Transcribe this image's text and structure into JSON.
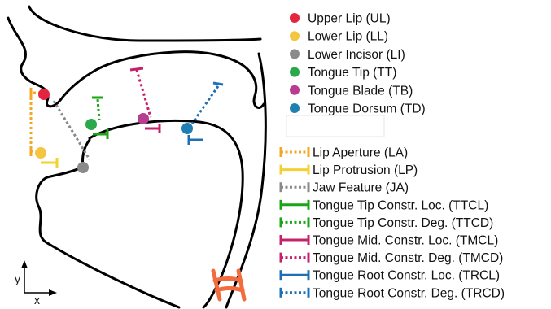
{
  "markers_legend": [
    {
      "label": "Upper Lip (UL)",
      "color": "#e4253f"
    },
    {
      "label": "Lower Lip (LL)",
      "color": "#f5c542"
    },
    {
      "label": "Lower Incisor (LI)",
      "color": "#8a8a8a"
    },
    {
      "label": "Tongue Tip (TT)",
      "color": "#2aa84a"
    },
    {
      "label": "Tongue Blade (TB)",
      "color": "#b63d8f"
    },
    {
      "label": "Tongue Dorsum (TD)",
      "color": "#1f7fb0"
    }
  ],
  "variables_legend": [
    {
      "label": "Lip Aperture (LA)",
      "color": "#f5a623",
      "style": "dotted"
    },
    {
      "label": "Lip Protrusion (LP)",
      "color": "#f5d033",
      "style": "solid"
    },
    {
      "label": "Jaw Feature (JA)",
      "color": "#8a8a8a",
      "style": "dotted"
    },
    {
      "label": "Tongue Tip Constr. Loc. (TTCL)",
      "color": "#1aa516",
      "style": "solid"
    },
    {
      "label": "Tongue Tip Constr. Deg. (TTCD)",
      "color": "#1aa516",
      "style": "dotted"
    },
    {
      "label": "Tongue Mid. Constr. Loc. (TMCL)",
      "color": "#c7206b",
      "style": "solid"
    },
    {
      "label": "Tongue Mid. Constr. Deg. (TMCD)",
      "color": "#c7206b",
      "style": "dotted"
    },
    {
      "label": "Tongue Root Constr. Loc. (TRCL)",
      "color": "#1f6fb5",
      "style": "solid"
    },
    {
      "label": "Tongue Root Constr. Deg. (TRCD)",
      "color": "#1f6fb5",
      "style": "dotted"
    }
  ],
  "axes": {
    "x_label": "x",
    "y_label": "y"
  },
  "colors": {
    "outline": "#000000",
    "glottis": "#f26c3d"
  }
}
